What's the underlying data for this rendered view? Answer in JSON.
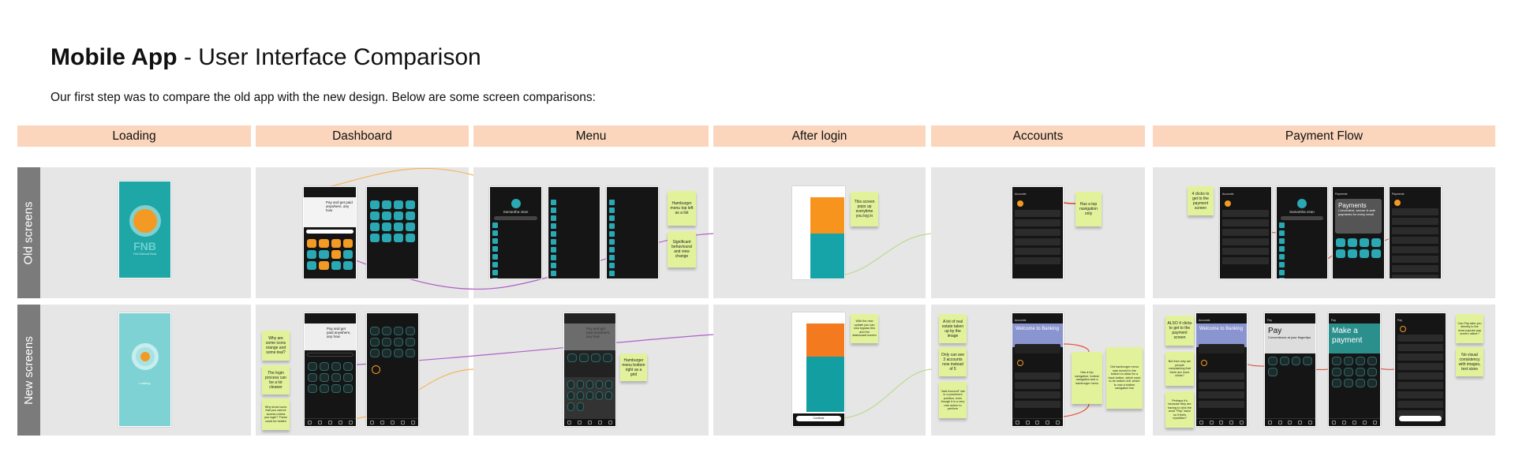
{
  "page": {
    "title_bold": "Mobile App",
    "title_rest": " - User Interface Comparison",
    "subtitle": "Our first step was to compare the old app with the new design. Below are some screen comparisons:"
  },
  "columns": [
    "Loading",
    "Dashboard",
    "Menu",
    "After login",
    "Accounts",
    "Payment Flow"
  ],
  "rows": [
    "Old screens",
    "New screens"
  ],
  "sticky_notes": {
    "menu_old_1": "Hamburger menu top left as a list",
    "menu_old_2": "Significant behavioural and view change",
    "after_login_old": "This screen pops up everytime you log in",
    "accounts_old": "Has a top navigation only",
    "payment_old": "4 clicks to get to the payment screen",
    "dashboard_new_1": "Why are some icons orange and some teal?",
    "dashboard_new_2": "The login process can be a lot cleaner",
    "dashboard_new_3": "Why show icons that you cannot access unless you login? These could be hidden",
    "menu_new": "Hamburger menu bottom right as a grid",
    "after_login_new": "With the new update you can now bypass this and the dashboard screen",
    "accounts_new_1": "A lot of real estate taken up by the image",
    "accounts_new_2": "Only can see 3 accounts now instead of 5",
    "accounts_new_3": "\"Add Account\" sits in a prominent position, even though it is a very rare action to perform",
    "accounts_new_4": "Has a top navigation, bottom navigation and a hamburger menu",
    "accounts_new_5": "Old hamburger menu was moved to the bottom to allow for a back button, which used to be bottom left, which is now a bottom navigation bar",
    "payment_new_1": "ALSO 4 clicks to get to the payment screen",
    "payment_new_2": "But then why are people complaining that there are more clicks?",
    "payment_new_3": "Perhaps it's because they are having to click the word \"Pay\" twice so it feels repetitive?",
    "payment_new_4": "Can Pay take you directly to the most popular pay screen rather?",
    "payment_new_5": "No visual consistency with images, text sizes"
  },
  "screens": {
    "fnb_logo": "FNB",
    "fnb_name": "First National Bank",
    "loading": "Loading",
    "pay_promo": "Pay and get paid anywhere, any how",
    "user_name": "Samantha-Jean",
    "welcome": "Welcome to Banking",
    "payments": "Payments",
    "payments_sub": "Convenient, secure & safe payments for every need!",
    "pay": "Pay",
    "pay_sub": "Convenience at your fingertips",
    "make_payment": "Make a payment",
    "continue": "Continue",
    "accounts": "Accounts",
    "add_account": "Add Account"
  },
  "colors": {
    "header": "#fbd6bc",
    "cell": "#e6e6e6",
    "row_label": "#7b7b7b",
    "sticky": "#e2f29a",
    "teal": "#2aa9b4",
    "orange": "#f29a23",
    "connector_orange": "#f5b55a",
    "connector_purple": "#b05fc8",
    "connector_green": "#b9dc8f",
    "connector_red": "#d0452b"
  }
}
